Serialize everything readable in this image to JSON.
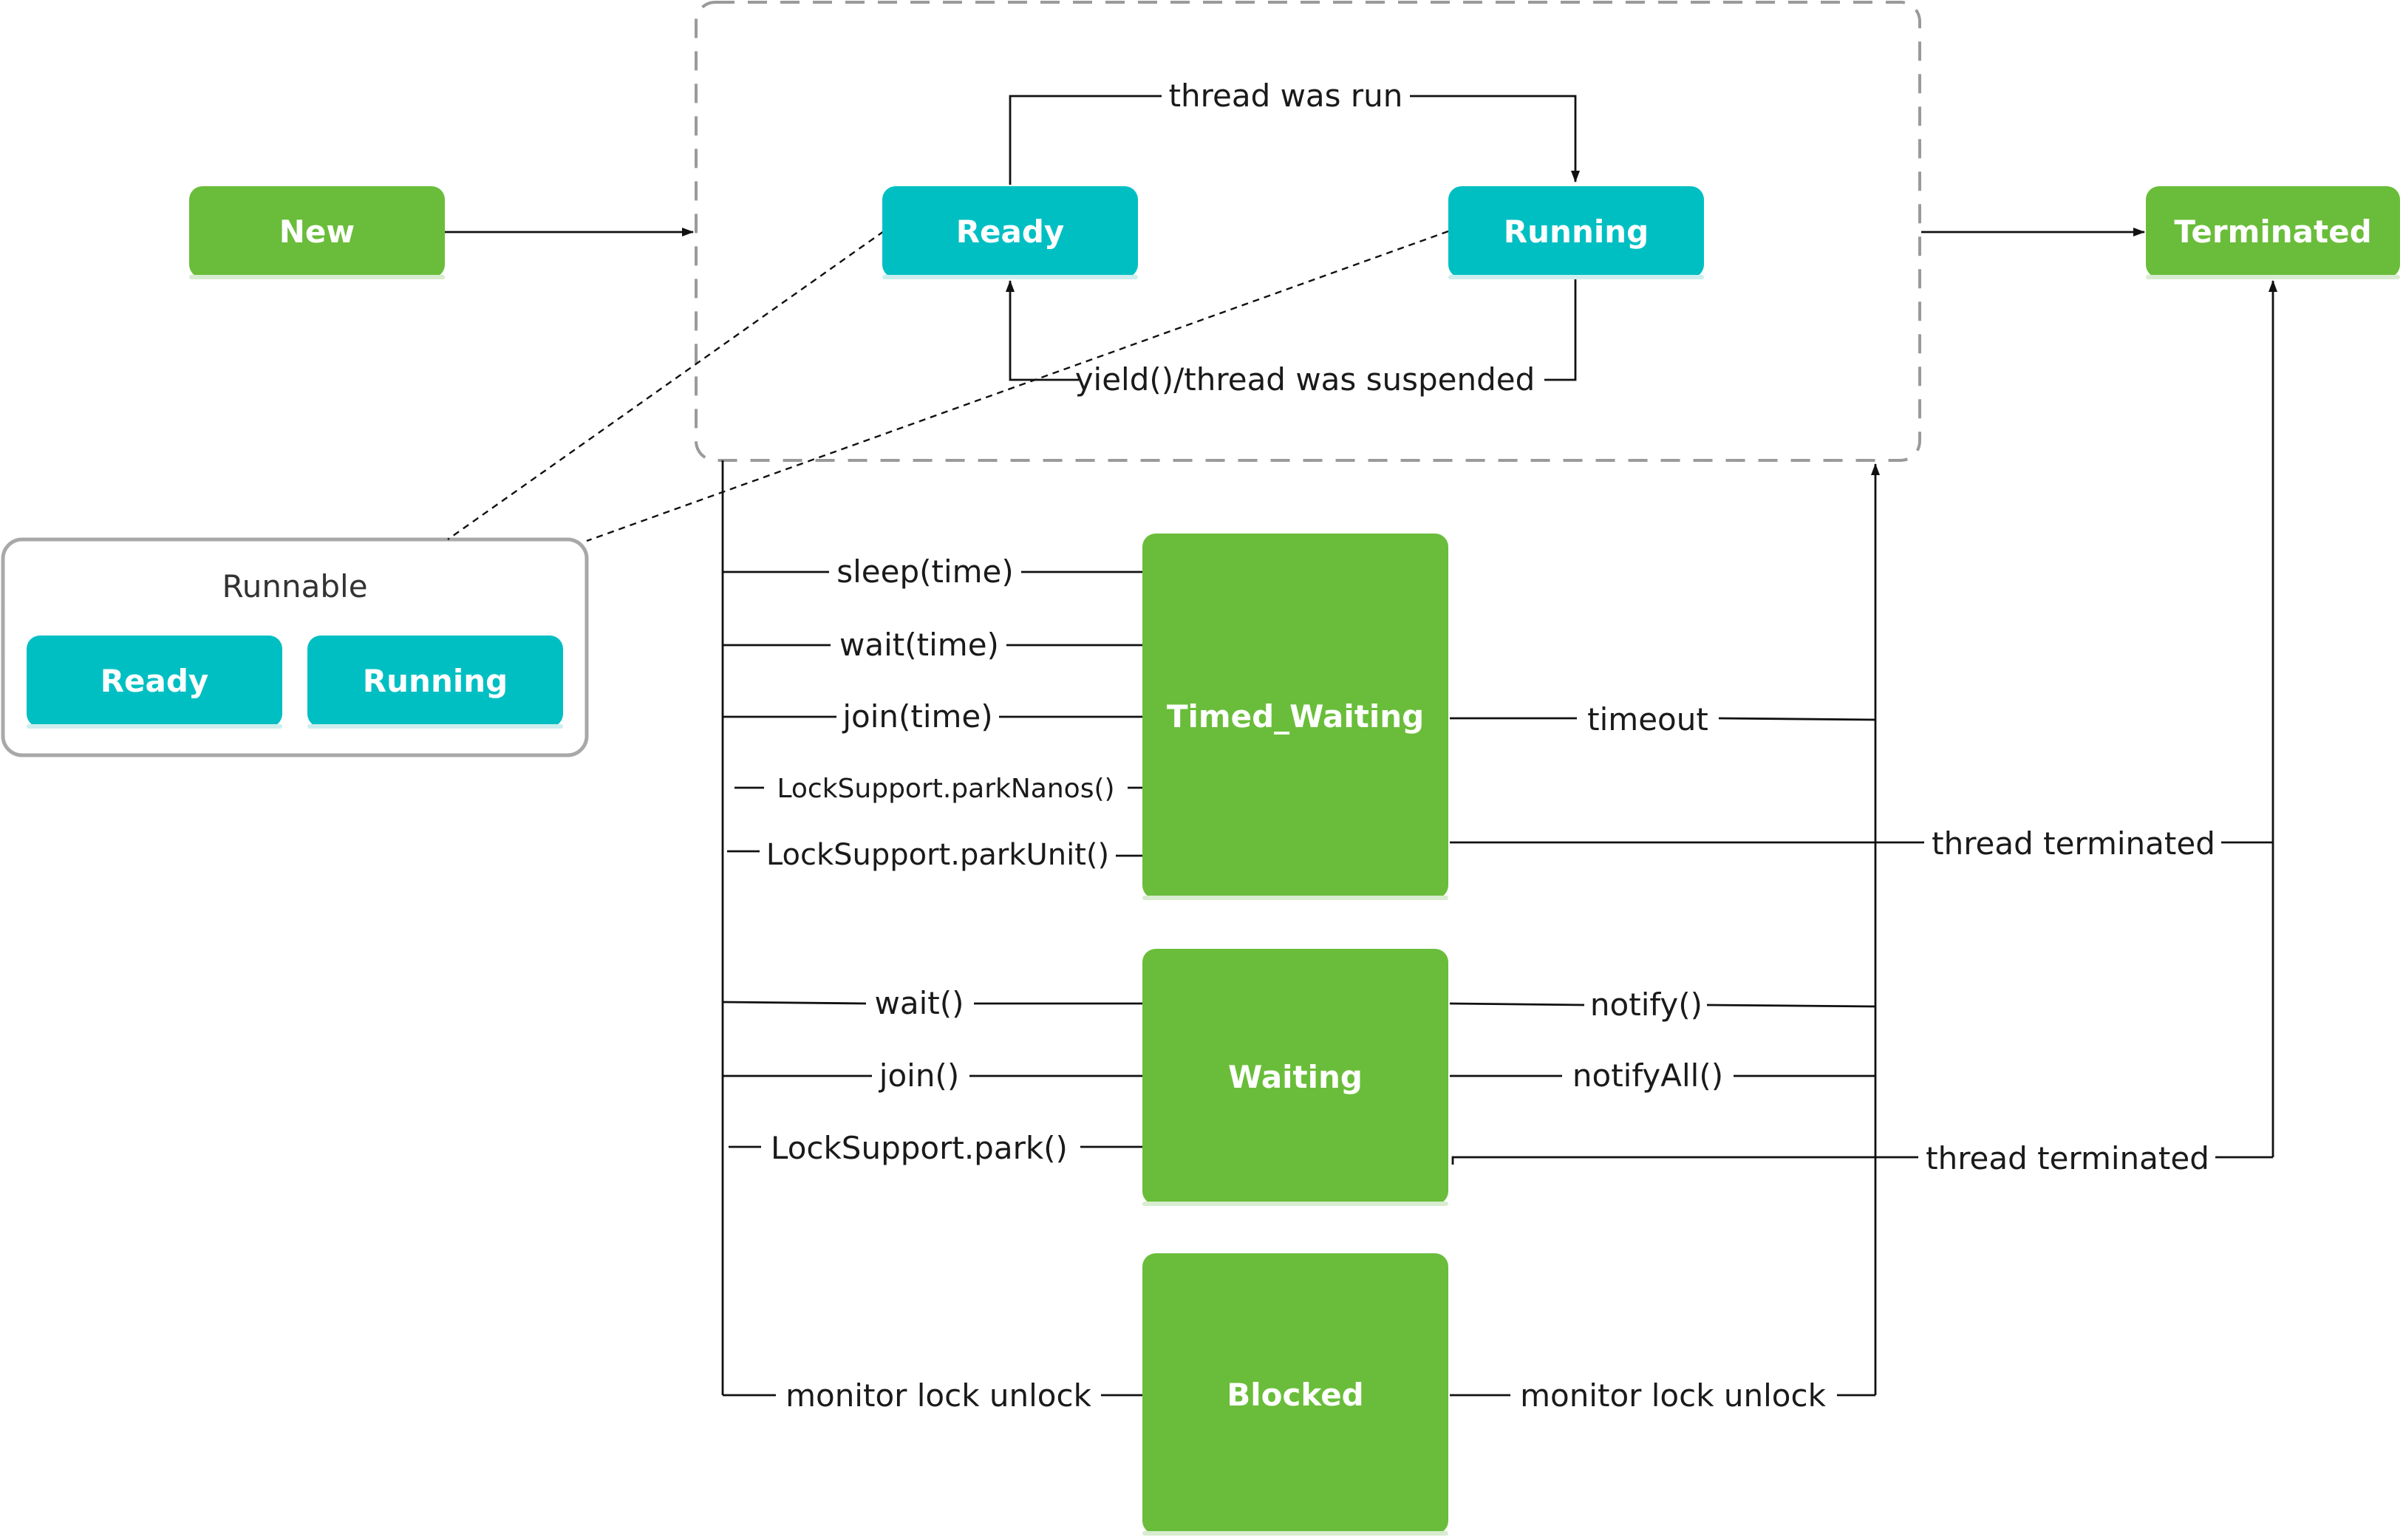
{
  "colors": {
    "terminal_green": "#6abd3a",
    "runnable_teal": "#00bfc3",
    "frame_gray": "#9a9a9a",
    "line_black": "#111111"
  },
  "states": {
    "new": "New",
    "ready": "Ready",
    "running": "Running",
    "terminated": "Terminated",
    "timed_waiting": "Timed_Waiting",
    "waiting": "Waiting",
    "blocked": "Blocked"
  },
  "legend": {
    "title": "Runnable",
    "ready": "Ready",
    "running": "Running"
  },
  "transitions": {
    "thread_was_run": "thread was run",
    "yield_suspended": "yield()/thread was suspended",
    "timed_waiting_in": [
      "sleep(time)",
      "wait(time)",
      "join(time)",
      "LockSupport.parkNanos()",
      "LockSupport.parkUnit()"
    ],
    "timeout": "timeout",
    "thread_terminated_1": "thread terminated",
    "waiting_in": [
      "wait()",
      "join()",
      "LockSupport.park()"
    ],
    "notify": "notify()",
    "notify_all": "notifyAll()",
    "thread_terminated_2": "thread terminated",
    "blocked_in": "monitor lock unlock",
    "blocked_out": "monitor lock unlock"
  }
}
